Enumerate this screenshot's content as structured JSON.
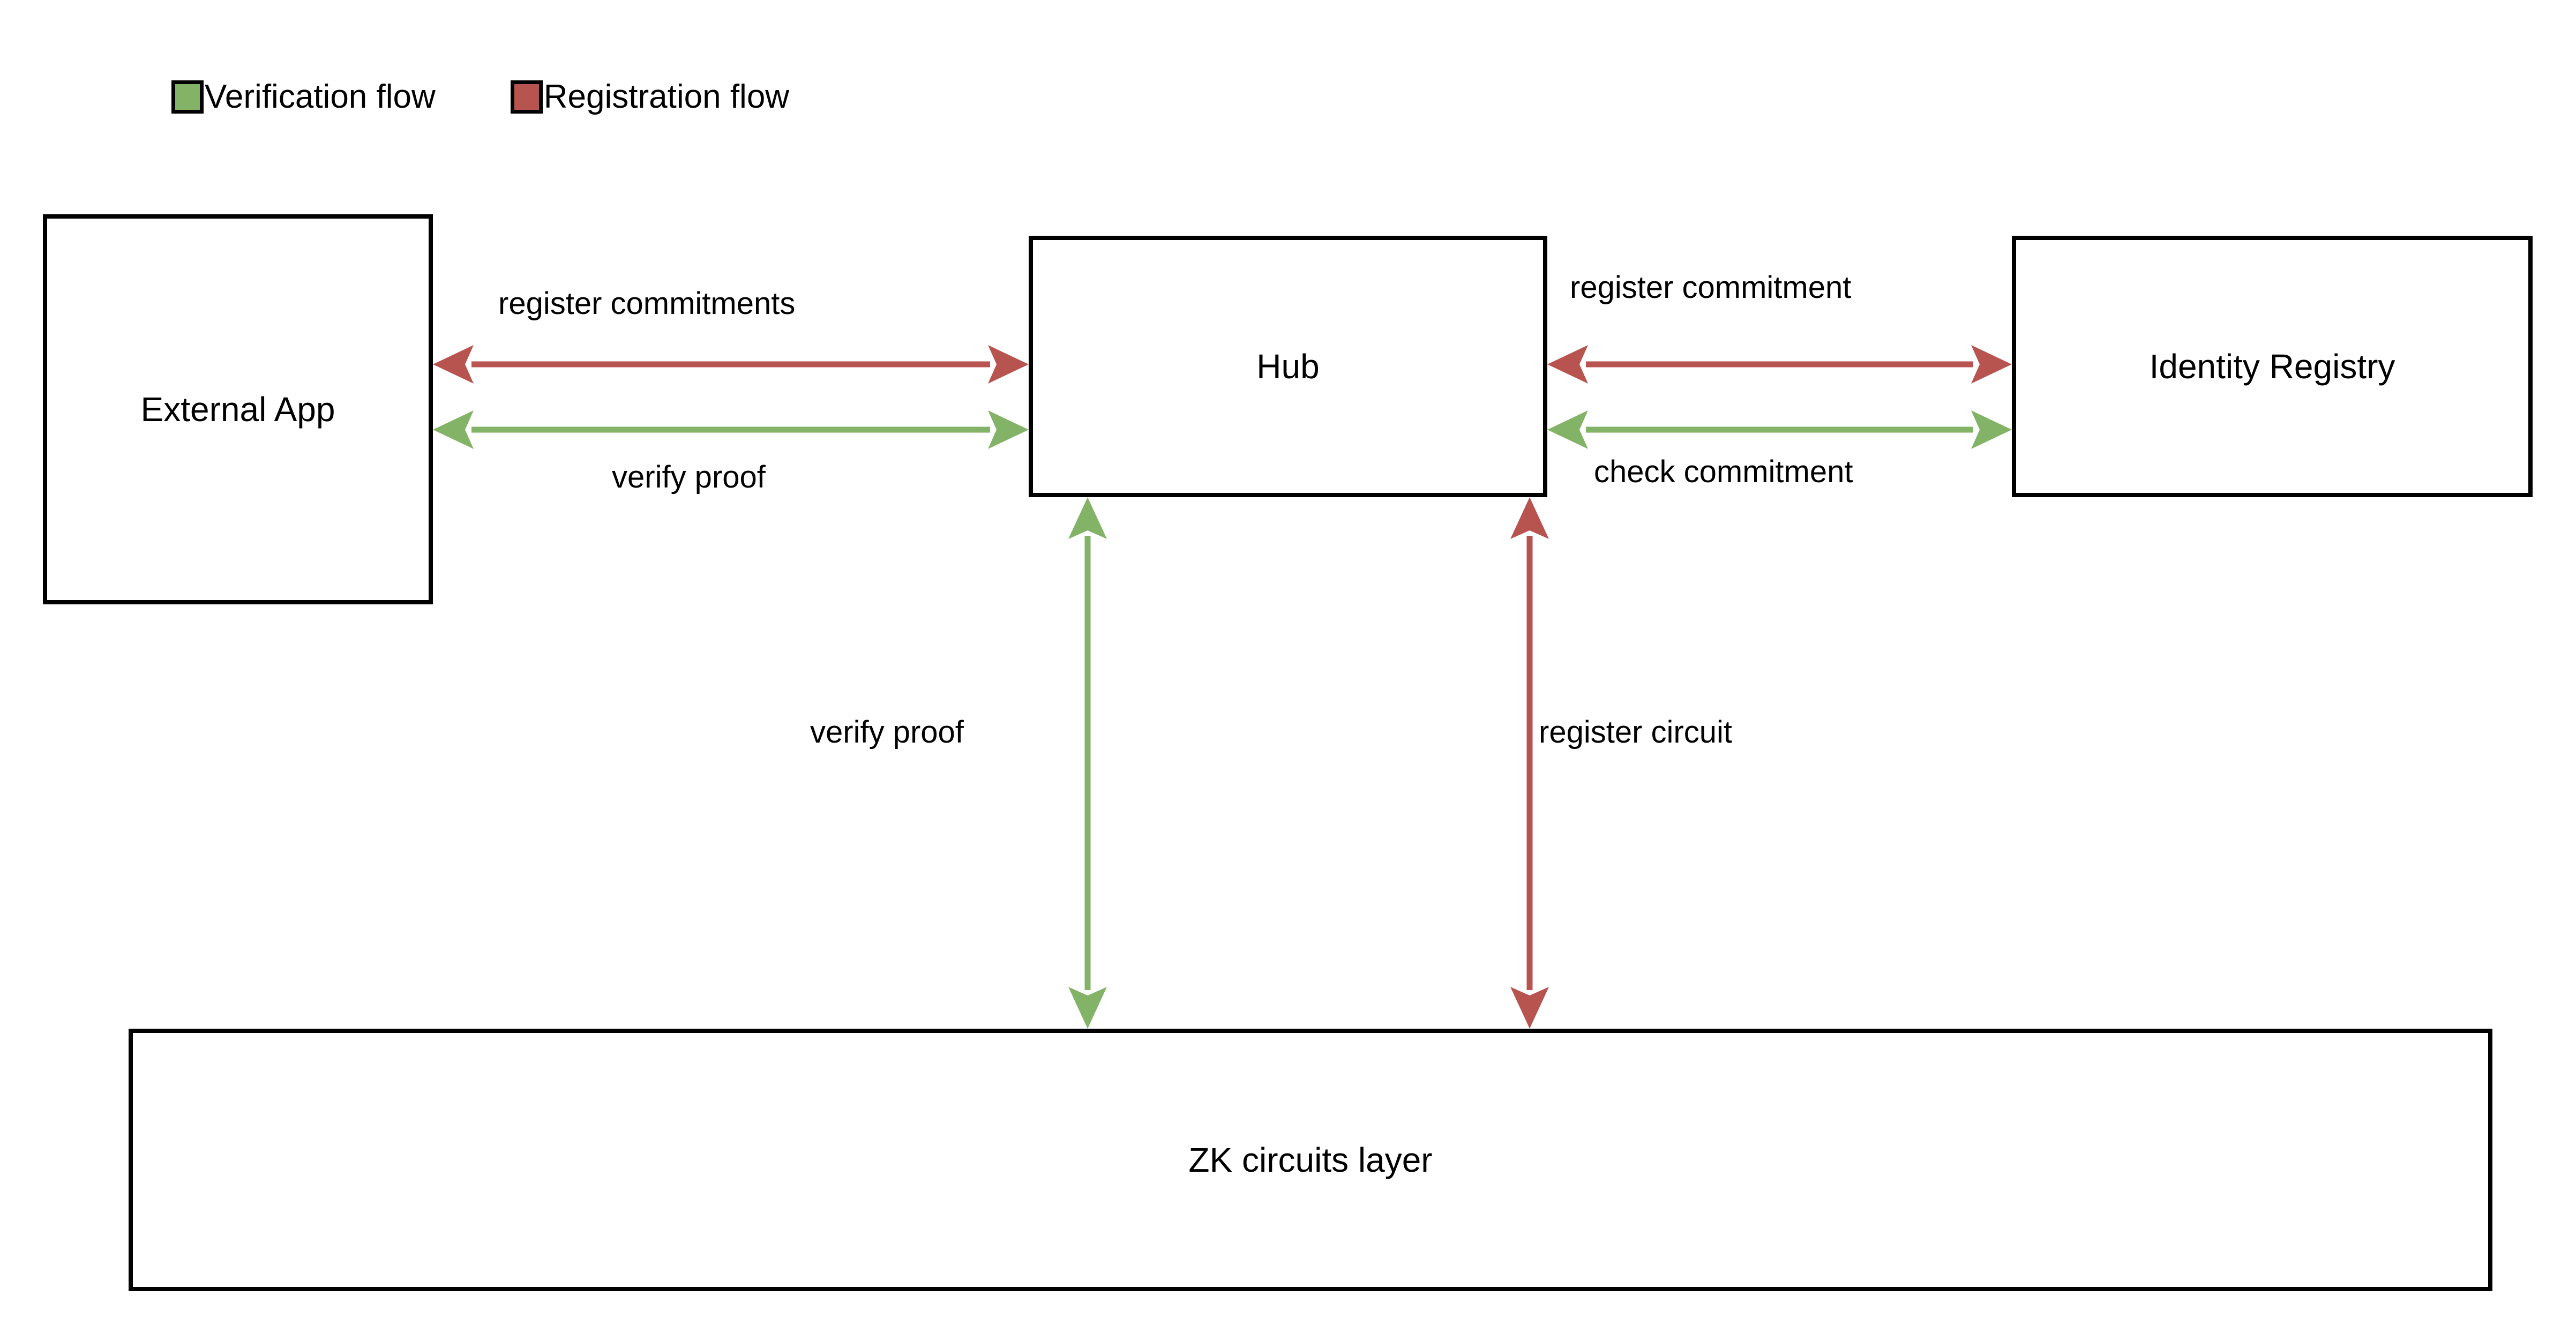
{
  "legend": {
    "items": [
      {
        "label": "Verification flow",
        "color": "#82B366",
        "swatch_icon": "green-square-icon"
      },
      {
        "label": "Registration flow",
        "color": "#B85450",
        "swatch_icon": "red-square-icon"
      }
    ]
  },
  "colors": {
    "verification": "#82B366",
    "registration": "#B85450",
    "stroke": "#000000",
    "background": "#ffffff"
  },
  "nodes": {
    "external_app": "External App",
    "hub": "Hub",
    "identity_registry": "Identity Registry",
    "zk_layer": "ZK circuits layer"
  },
  "edges": [
    {
      "id": "register-commitments",
      "label": "register commitments",
      "flow": "registration",
      "color": "#B85450",
      "from": "External App",
      "to": "Hub",
      "direction": "bidirectional",
      "orientation": "horizontal"
    },
    {
      "id": "verify-proof-app",
      "label": "verify proof",
      "flow": "verification",
      "color": "#82B366",
      "from": "External App",
      "to": "Hub",
      "direction": "bidirectional",
      "orientation": "horizontal"
    },
    {
      "id": "register-commitment",
      "label": "register commitment",
      "flow": "registration",
      "color": "#B85450",
      "from": "Hub",
      "to": "Identity Registry",
      "direction": "bidirectional",
      "orientation": "horizontal"
    },
    {
      "id": "check-commitment",
      "label": "check commitment",
      "flow": "verification",
      "color": "#82B366",
      "from": "Hub",
      "to": "Identity Registry",
      "direction": "bidirectional",
      "orientation": "horizontal"
    },
    {
      "id": "verify-proof-zk",
      "label": "verify proof",
      "flow": "verification",
      "color": "#82B366",
      "from": "Hub",
      "to": "ZK circuits layer",
      "direction": "bidirectional",
      "orientation": "vertical"
    },
    {
      "id": "register-circuit",
      "label": "register circuit",
      "flow": "registration",
      "color": "#B85450",
      "from": "Hub",
      "to": "ZK circuits layer",
      "direction": "bidirectional",
      "orientation": "vertical"
    }
  ]
}
